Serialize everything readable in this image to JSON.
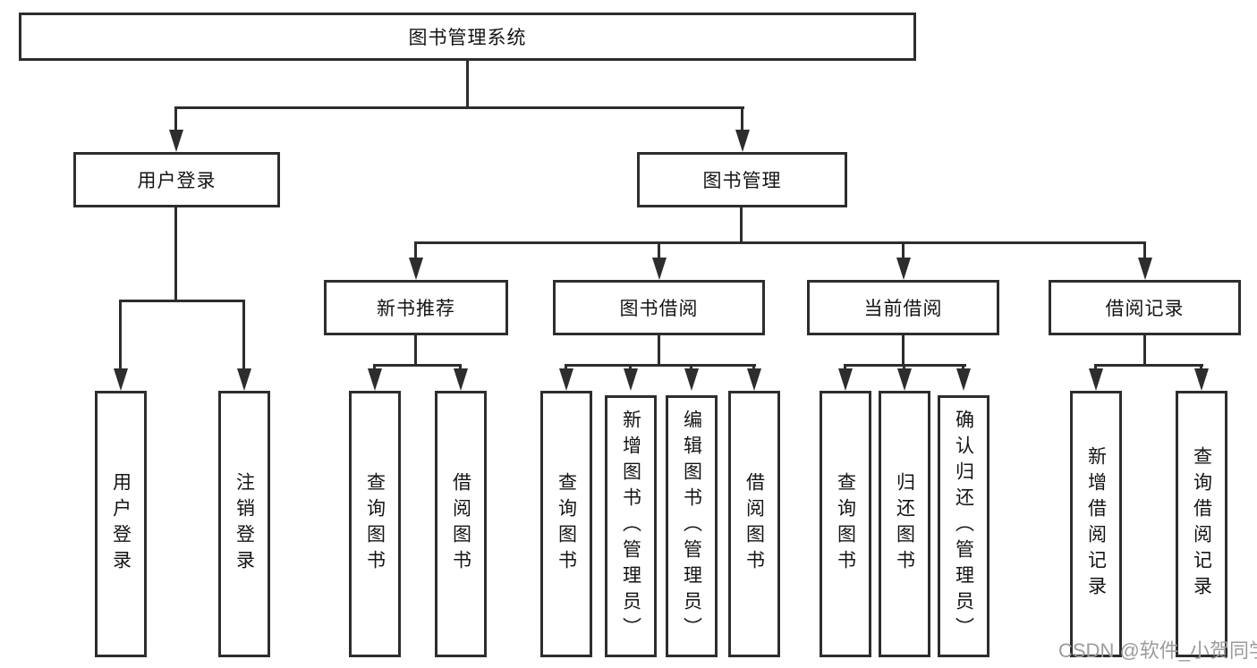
{
  "diagram": {
    "root": "图书管理系统",
    "children": [
      {
        "label": "用户登录",
        "children": [
          "用户登录",
          "注销登录"
        ]
      },
      {
        "label": "图书管理",
        "children": [
          {
            "label": "新书推荐",
            "children": [
              "查询图书",
              "借阅图书"
            ]
          },
          {
            "label": "图书借阅",
            "children": [
              "查询图书",
              "新增图书（管理员）",
              "编辑图书（管理员）",
              "借阅图书"
            ]
          },
          {
            "label": "当前借阅",
            "children": [
              "查询图书",
              "归还图书",
              "确认归还（管理员）"
            ]
          },
          {
            "label": "借阅记录",
            "children": [
              "新增借阅记录",
              "查询借阅记录"
            ]
          }
        ]
      }
    ]
  },
  "watermark": "CSDN @软件_小贺同学",
  "colors": {
    "line": "#2d2d2d",
    "text": "#141414",
    "watermark": "#9c9c9c",
    "background": "#ffffff"
  }
}
